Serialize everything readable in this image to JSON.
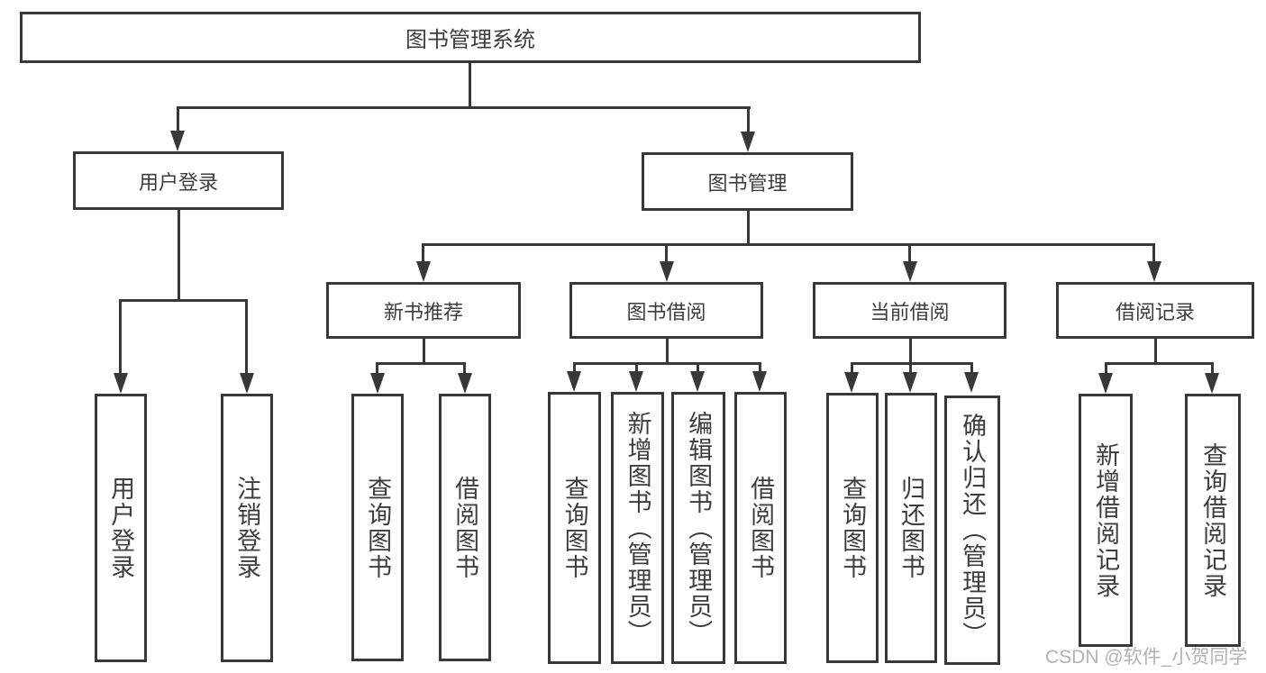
{
  "tree": {
    "root": {
      "label": "图书管理系统"
    },
    "branches": [
      {
        "label": "用户登录",
        "children": [
          {
            "label": "用户登录"
          },
          {
            "label": "注销登录"
          }
        ]
      },
      {
        "label": "图书管理",
        "children": [
          {
            "label": "新书推荐",
            "children": [
              {
                "label": "查询图书"
              },
              {
                "label": "借阅图书"
              }
            ]
          },
          {
            "label": "图书借阅",
            "children": [
              {
                "label": "查询图书"
              },
              {
                "label": "新增图书（管理员）"
              },
              {
                "label": "编辑图书（管理员）"
              },
              {
                "label": "借阅图书"
              }
            ]
          },
          {
            "label": "当前借阅",
            "children": [
              {
                "label": "查询图书"
              },
              {
                "label": "归还图书"
              },
              {
                "label": "确认归还（管理员）"
              }
            ]
          },
          {
            "label": "借阅记录",
            "children": [
              {
                "label": "新增借阅记录"
              },
              {
                "label": "查询借阅记录"
              }
            ]
          }
        ]
      }
    ]
  },
  "watermark": {
    "label": "CSDN @软件_小贺同学"
  },
  "colors": {
    "line": "#383838",
    "text": "#3d3d3d",
    "watermark": "#b2b2b2",
    "background": "#ffffff"
  }
}
